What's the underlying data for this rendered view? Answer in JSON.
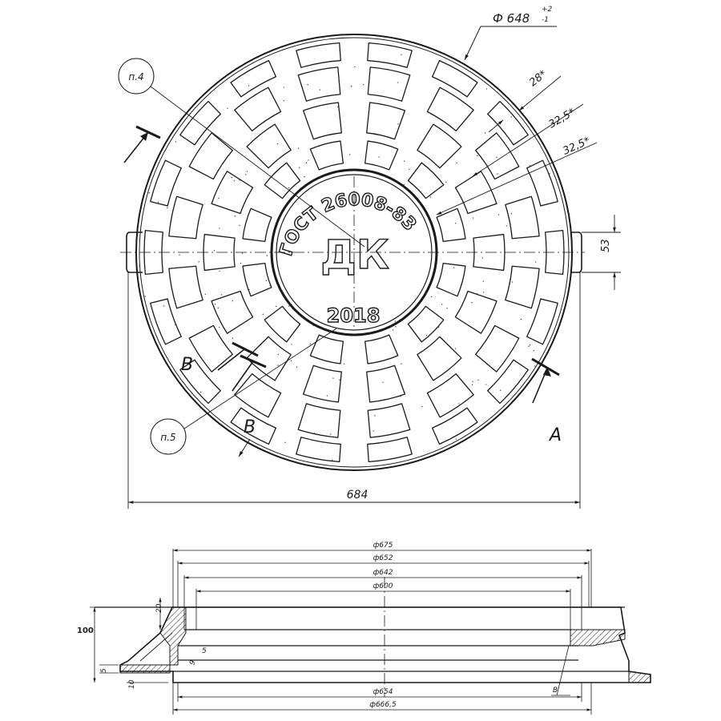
{
  "plan_view": {
    "diameter_label": "Ф 648",
    "diameter_tol_upper": "+2",
    "diameter_tol_lower": "-1",
    "dim_28": "28*",
    "dim_32_5_a": "32,5*",
    "dim_32_5_b": "32,5*",
    "dim_53": "53",
    "dim_684": "684",
    "note_4": "п.4",
    "note_5": "п.5",
    "section_a": "А",
    "section_b_1": "В",
    "section_b_2": "В",
    "emboss_top": "ГОСТ 26008-83",
    "emboss_center": "ДК",
    "emboss_year": "2018"
  },
  "section_view": {
    "dim_675": "ф675",
    "dim_652": "ф652",
    "dim_642": "ф642",
    "dim_600": "ф600",
    "dim_654": "ф654",
    "dim_666_5": "ф666,5",
    "dim_100": "100",
    "dim_20": "20",
    "dim_5": "5",
    "dim_9": "9",
    "dim_5b": "5",
    "dim_10": "10",
    "section_b": "В"
  }
}
